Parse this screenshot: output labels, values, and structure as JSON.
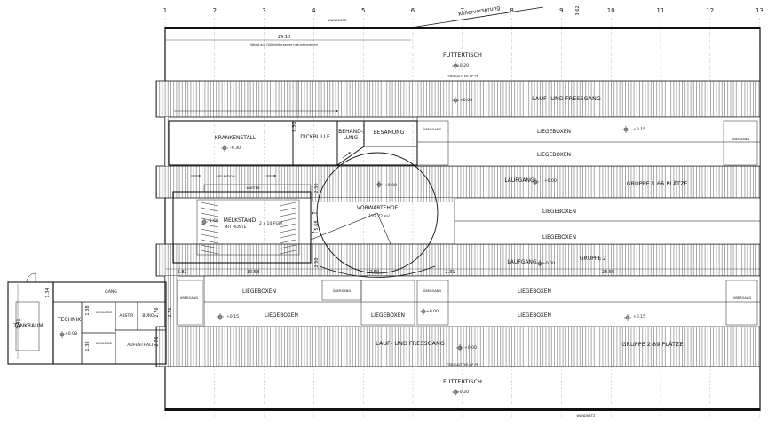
{
  "axis_labels": [
    "1",
    "2",
    "3",
    "4",
    "5",
    "6",
    "7",
    "8",
    "9",
    "10",
    "11",
    "12",
    "13"
  ],
  "rooms": {
    "futtertisch_top": "FUTTERTISCH",
    "futtertisch_bottom": "FUTTERTISCH",
    "lauf_fressgang_top": "LAUF- UND FRESSGANG",
    "lauf_fressgang_bottom": "LAUF- UND FRESSGANG",
    "krankenstall": "KRANKENSTALL",
    "dickbulle": "DICKBULLE",
    "behandlung": "BEHAND-\nLUNG",
    "besamung": "BESAMUNG",
    "liegeboxen": "LIEGEBOXEN",
    "laufgang_1": "LAUFGANG",
    "laufgang_2": "LAUFGANG",
    "gruppe_1": "GRUPPE  1   66  PLÄTZE",
    "gruppe_2_mid": "GRUPPE  2",
    "gruppe_2": "GRUPPE  2    89  PLÄTZE",
    "vorwartehof": "VORWARTEHOF",
    "vorwartehof_area": "122,72 m²",
    "melkstand": "MELKSTAND",
    "melkstand_sub": "MIT ROSTE",
    "melkstand_fgm": "2 x 10 FGM",
    "warten": "WARTEN",
    "selektion": "SELEKTION",
    "uebergang": "ÜBERGANG",
    "tankraum": "TANKRAUM",
    "technik": "TECHNIK",
    "gang": "GANG",
    "umkleide": "UMKLEIDE",
    "abst_r": "ABST.R.",
    "buero": "BÜRO",
    "aufenthalt": "AUFENTHALT",
    "kellervorsprung": "Kellervorsprung",
    "wandnetz": "WANDNETZ",
    "futtergang_note": "Wand auf Gülleleitersenke herunterziehen",
    "preisgitter": "FRESSGITTER AP PF"
  },
  "levels": {
    "futtertisch": "+0.20",
    "lauf": "+0.00",
    "krankenstall": "-0.30",
    "melkstand": "-1.60",
    "liegeboxen": "+0.15",
    "technik": "+0.08"
  },
  "dimensions": {
    "top_span": "24.13",
    "liegeboxen_width": "8.30",
    "warten_depth": "2.50",
    "melkstand_depth": "5.68",
    "laufgang_width": "2.50",
    "seg_a": "2.82",
    "seg_b": "10.58",
    "seg_c": "12.50",
    "seg_d": "2.31",
    "seg_e": "28.55",
    "gang_width": "1.34",
    "tank_width": "5.41",
    "umkleide_1": "1.38",
    "umkleide_2": "1.38",
    "side_276_a": "2.76",
    "side_276_b": "2.76",
    "side_276_c": "2.76",
    "cut_362": "3.62"
  },
  "colors": {
    "line": "#111111",
    "hatch": "#555555",
    "background": "#ffffff"
  }
}
